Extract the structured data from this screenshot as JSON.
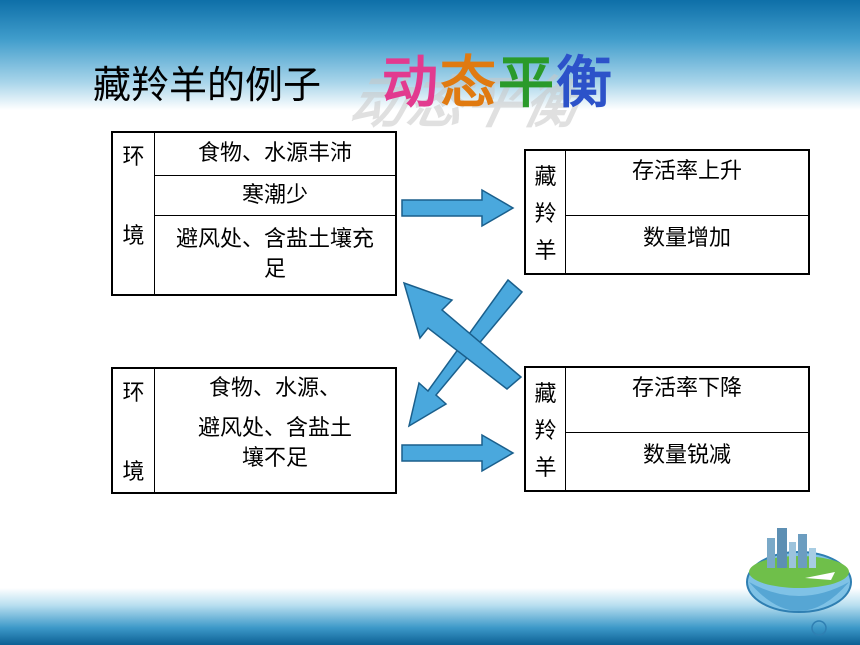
{
  "title": "藏羚羊的例子",
  "wordart": [
    "动",
    "态",
    "平",
    "衡"
  ],
  "box_env_good": {
    "label_top": "环",
    "label_bottom": "境",
    "rows": [
      "食物、水源丰沛",
      "寒潮少",
      "避风处、含盐土壤充足"
    ]
  },
  "box_env_bad": {
    "label_top": "环",
    "label_bottom": "境",
    "lines": [
      "食物、水源、",
      "避风处、含盐土",
      "壤不足"
    ]
  },
  "box_antelope_up": {
    "label_chars": [
      "藏",
      "羚",
      "羊"
    ],
    "rows": [
      "存活率上升",
      "数量增加"
    ]
  },
  "box_antelope_down": {
    "label_chars": [
      "藏",
      "羚",
      "羊"
    ],
    "rows": [
      "存活率下降",
      "数量锐减"
    ]
  },
  "colors": {
    "arrow": "#4aa8dd",
    "arrow_stroke": "#1a5f8c"
  }
}
